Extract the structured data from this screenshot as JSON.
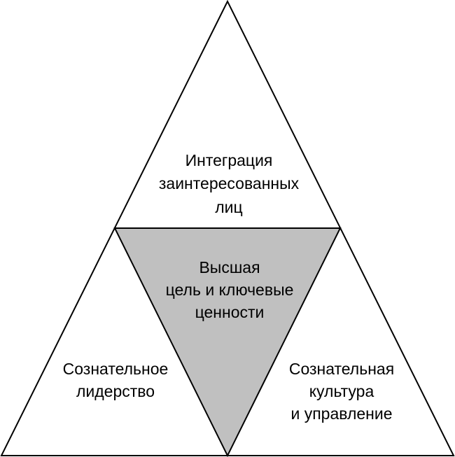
{
  "colors": {
    "center_fill": "#c0c0c0",
    "outline": "#000000"
  },
  "top": {
    "lines": [
      "Интеграция",
      "заинтересованных",
      "лиц"
    ]
  },
  "center": {
    "lines": [
      "Высшая",
      "цель и ключевые",
      "ценности"
    ]
  },
  "left": {
    "lines": [
      "Сознательное",
      "лидерство"
    ]
  },
  "right": {
    "lines": [
      "Сознательная",
      "культура",
      "и управление"
    ]
  }
}
